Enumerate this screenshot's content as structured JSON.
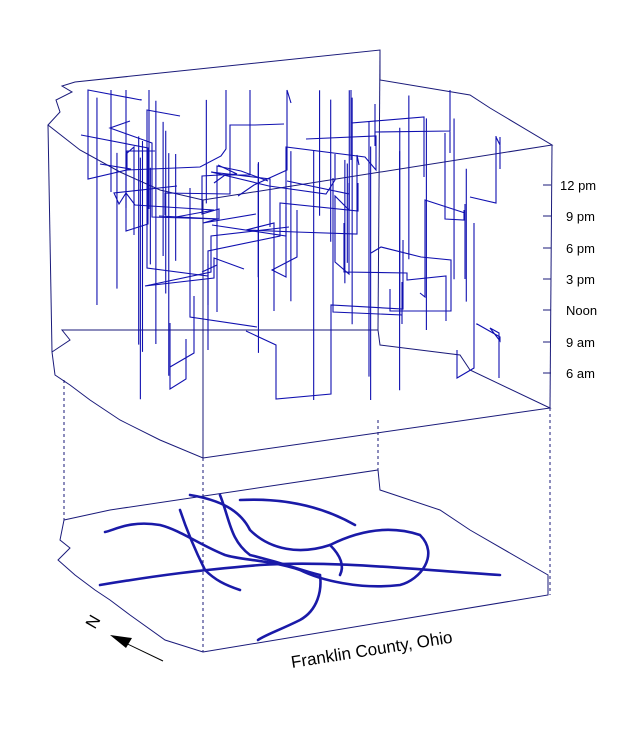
{
  "time_axis": {
    "labels": [
      "12 pm",
      "9 pm",
      "6 pm",
      "3 pm",
      "Noon",
      "9 am",
      "6 am"
    ]
  },
  "map_label": "Franklin County, Ohio",
  "north_label": "N",
  "colors": {
    "frame": "#1a1a7a",
    "path": "#1010b0",
    "road": "#1a1aa8"
  }
}
